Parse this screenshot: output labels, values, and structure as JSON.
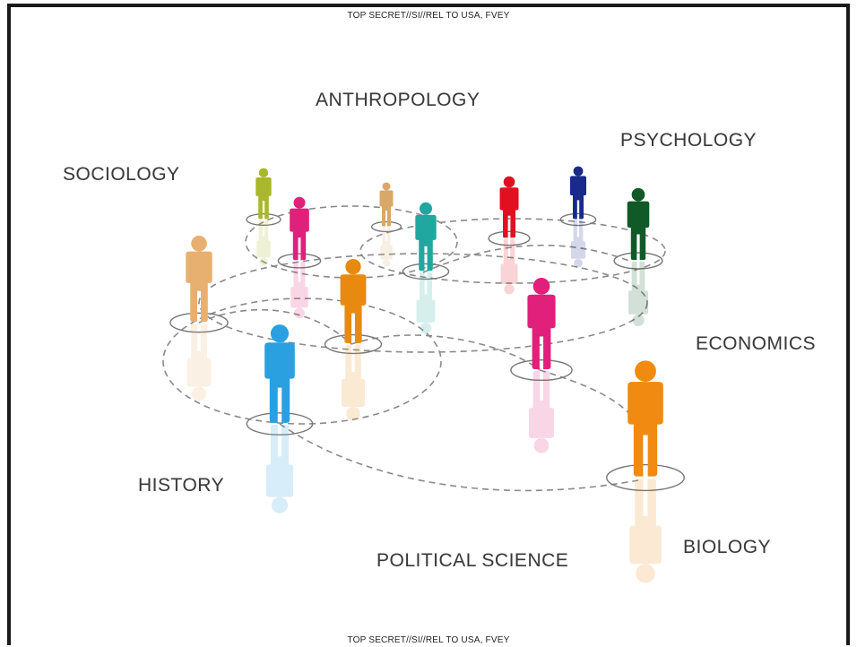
{
  "classification": {
    "top": "TOP SECRET//SI//REL TO USA, FVEY",
    "bottom": "TOP SECRET//SI//REL TO USA, FVEY"
  },
  "disciplines": {
    "anthropology": "ANTHROPOLOGY",
    "psychology": "PSYCHOLOGY",
    "sociology": "SOCIOLOGY",
    "economics": "ECONOMICS",
    "history": "HISTORY",
    "biology": "BIOLOGY",
    "political_science": "POLITICAL SCIENCE"
  },
  "figure_colors": [
    "#a8b82a",
    "#e0207a",
    "#d8a868",
    "#20a8a0",
    "#e01020",
    "#1a2a8a",
    "#105a28",
    "#e8b070",
    "#e88a10",
    "#e0207a",
    "#2aa0e0",
    "#f08a10"
  ]
}
